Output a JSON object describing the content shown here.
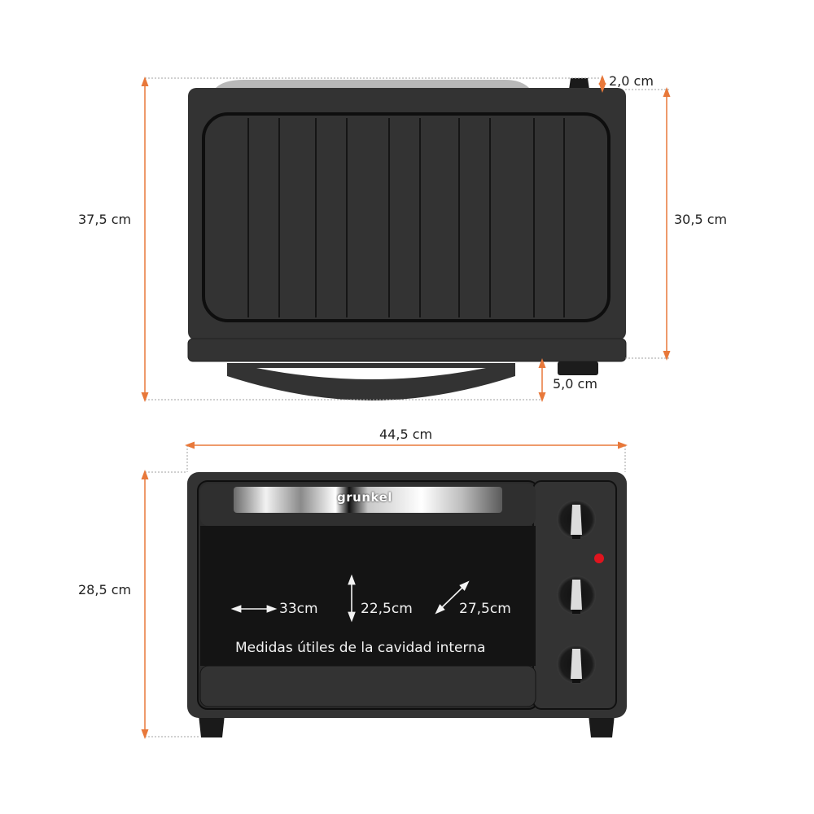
{
  "diagram": {
    "type": "product-dimensions",
    "colors": {
      "dimension_line": "#e8783a",
      "guide_line": "#a0a0a0",
      "body": "#333333",
      "body_dark": "#1a1a1a",
      "window": "#141414",
      "indicator_light": "#e0141e",
      "text": "#222222",
      "inner_text": "#f2f2f2"
    },
    "top_view": {
      "height_total": "37,5 cm",
      "height_body": "30,5 cm",
      "knob_height": "2,0 cm",
      "handle_depth": "5,0 cm"
    },
    "front_view": {
      "width": "44,5 cm",
      "height": "28,5 cm",
      "brand": "grunkel",
      "cavity": {
        "width": "33cm",
        "height": "22,5cm",
        "depth": "27,5cm",
        "caption": "Medidas útiles de la cavidad interna"
      },
      "knobs": [
        "knob-1",
        "knob-2",
        "knob-3"
      ]
    }
  }
}
